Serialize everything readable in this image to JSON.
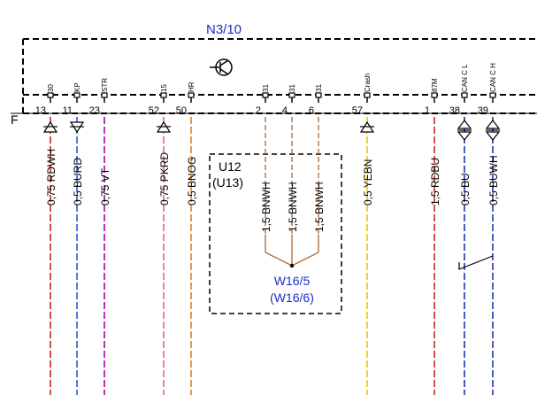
{
  "module": {
    "name": "N3/10",
    "section_letter": "F"
  },
  "pins": [
    {
      "num": "13",
      "func": "30",
      "wire": "0,75 RDWH",
      "color": "#cc2222",
      "dir": "up"
    },
    {
      "num": "11",
      "func": "KP",
      "wire": "0,5 BURD",
      "color": "#3355cc",
      "dir": "down"
    },
    {
      "num": "23",
      "func": "STR",
      "wire": "0,75 VT",
      "color": "#aa00aa",
      "dir": "none"
    },
    {
      "num": "52",
      "func": "15",
      "wire": "0,75 PKRD",
      "color": "#ee6677",
      "dir": "up"
    },
    {
      "num": "50",
      "func": "HR",
      "wire": "0,5 BNOG",
      "color": "#e08020",
      "dir": "none"
    },
    {
      "num": "2",
      "func": "31",
      "wire": "1,5 BNWH",
      "color": "#b07040",
      "dir": "none"
    },
    {
      "num": "4",
      "func": "31",
      "wire": "1,5 BNWH",
      "color": "#b07040",
      "dir": "none"
    },
    {
      "num": "6",
      "func": "31",
      "wire": "1,5 BNWH",
      "color": "#b07040",
      "dir": "none"
    },
    {
      "num": "57",
      "func": "Crash",
      "wire": "0,5 YEBN",
      "color": "#e6c800",
      "dir": "up"
    },
    {
      "num": "1",
      "func": "87M",
      "wire": "1,5 RDBU",
      "color": "#cc2222",
      "dir": "none"
    },
    {
      "num": "38",
      "func": "CAN C L",
      "wire": "0,5 BU",
      "color": "#2233aa",
      "dir": "both"
    },
    {
      "num": "39",
      "func": "CAN C H",
      "wire": "0,5 BUWH",
      "color": "#2233aa",
      "dir": "both"
    }
  ],
  "ground_box": {
    "label": "U12",
    "label2": "(U13)"
  },
  "ground_point": {
    "label": "W16/5",
    "label2": "(W16/6)"
  },
  "colors": {
    "module_name": "#1a2ccc",
    "ground_label": "#1a2ccc",
    "outline": "#000000"
  },
  "icons": {
    "transistor": "transistor-icon"
  }
}
